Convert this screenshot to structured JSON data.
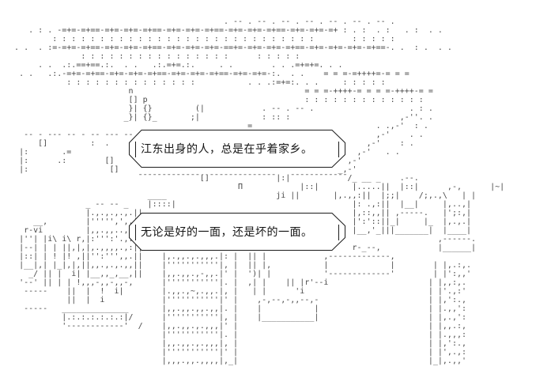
{
  "scene": {
    "ascii_art": "\n\n                                               . -- . -- . -- . -- . -- . -- . -- .\n      . : . -=+=-=+==-=+=-=+=-=+==-=+=-=+=-=+==-=+=-=+=-=+==-=+=-=+=-=+ : . :  . :   . :  . .\n           : : : : : : : : : : : : : : : : : : : : : : : : : : : :        : : : : :\n   . .  . :=-=+=-=+==-=+=-=+=-=+==-=+=-=+=-=+=-==+=-=+=-=+=-=+==-=+=-=+=-=+=-=+==-. .  : .  . .\n                 : : : : : : : : : : : : : : : :      : : : : :\n        . .  .:.==+==.:.  . .   .:.=+=.:.     . .        . . .=+=+=. . .\n    . .   .:.-=+=-=+==-=+=-=+=-=+==-=+=-=+=-=+==-=+=-=+=-:.  . .    = = =-=++++=-= = =\n              : : : : : : : : : : : : : :           . . .:=+=:. . .     : : : : :\n                           n                                    = = =-++++-= = = =-++++-= =\n                           [] p                                 : : : : : : : : : : : : :\n                           }| {}         (|            . -- . -- .                    . : .\n                          _}| {}_       ;|             : :: :                       ,-''. .\n                                                    =                          . .,-'  : .\n     -- - --- -- - -- --- --                                                   ,-'    . .\n        []         :  .                                                      ,-'    : .\n    |:       .=                                                            ,-'   . .\n    |:      .:        []                                                 ,-'\n    |:                 []                                              _,-'\n                             ¯¯¯¯¯¯¯¯¯¯¯¯¯[]¯¯¯¯¯¯¯¯¯¯¯¯¯¯|:|¯¯¯¯¯¯¯¯¯¯¯¯/_ __ _    .--.\n                                                  Π            |::|       |.....||  |::|      ,-,      |~|\n                               ____                       ji ||       |,.,,:||  |;;|    /;,.,\\   | |\n                  _ -- -- _    |::::|                                     |: .,:||  |__|     |,..,|\n                  |.,.,.,.,.||                                            |,::,,|| ,-----.   |';:,|\n       __,        |''''',',.||                                            |':'::||_|     |_  |,.,.|\n     r-vi         |,,.,,..,.||                                            |__,'_|||_______|  |____|\n    |''| |i\\ i\\ r,|:''':'.,:||                                                              ,------.\n    |--| | | ||,|,|,.,,,,.,:||                                            r-_--,            |______|\n    |::| | ! |! ,||'':''',,.||    |,.,,.,.,,,.|: |  || |            ,-------------,\n    |__|,| |_|,|,||,,.,.,.,,||    |'''''''''''|, |  || |,           |             |        | |,.:,.\n      _/ || |  i| |__,,_,__,||    |,,.,,.,-,,.|' |  ')| |           '-------------'        | |':,,'\n    '--' || | | !,,,-,,-,,-,      |'''''''''''|. |  ,| |    || |r'--i                     | |,,:,.\n     -----    ||  |  !  i|        |.,,.,~,.,,.|, |   | |      'i                          | |'.,:'\n              ||  |  i            |'''''''''''|' |    ,-,--,-,,--,-                       | |,':.,\n     -----   ______________       |,,.,,.,,.,,|. |    |           |                       | |.,,':\n             |.:.:.:.:.:.:|/      |'''''''''''|, |    |___________|                       | |,.,':\n             '------------'  /    |,,.,,.,.,,,|' |                                        | |,,.:,\n                                  |'''''''''''|. |                                        | |.,,,:\n                                  |,,.,,.,.,,,|, |                                        | |,':.,\n                                  |'''''''''''|' |                                        | |',.,:\n                                  |,,,.,,.,,,,|,_|                                        |_|,.,,'"
  },
  "dialogue": {
    "bubble1": "江东出身的人，总是在乎着家乡。",
    "bubble2": "无论是好的一面，还是坏的一面。"
  },
  "colors": {
    "background": "#ffffff",
    "ascii_ink": "#474747",
    "bubble_border": "#1c1c1c",
    "bubble_fill": "#ffffff",
    "dialogue_text": "#141414"
  }
}
